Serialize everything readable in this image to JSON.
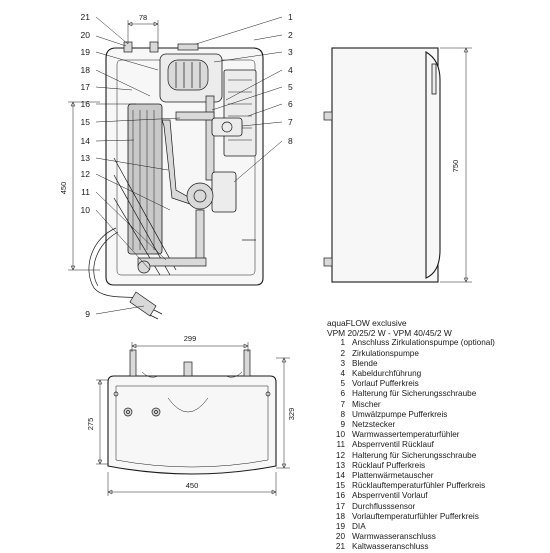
{
  "callouts_left": [
    "21",
    "20",
    "19",
    "18",
    "17",
    "16",
    "15",
    "14",
    "13",
    "12",
    "11",
    "10",
    "9"
  ],
  "callouts_right": [
    "1",
    "2",
    "3",
    "4",
    "5",
    "6",
    "7",
    "8"
  ],
  "dimensions": {
    "top_width": "78",
    "side_height": "450",
    "right_height": "750",
    "bottom_pipe_spacing": "299",
    "bottom_depth_inner": "275",
    "bottom_depth_outer": "329",
    "bottom_width": "450"
  },
  "legend": {
    "title": "aquaFLOW exclusive",
    "subtitle": "VPM 20/25/2 W - VPM 40/45/2 W",
    "items": [
      {
        "num": "1",
        "text": "Anschluss Zirkulationspumpe (optional)"
      },
      {
        "num": "2",
        "text": "Zirkulationspumpe"
      },
      {
        "num": "3",
        "text": "Blende"
      },
      {
        "num": "4",
        "text": "Kabeldurchführung"
      },
      {
        "num": "5",
        "text": "Vorlauf Pufferkreis"
      },
      {
        "num": "6",
        "text": "Halterung für Sicherungsschraube"
      },
      {
        "num": "7",
        "text": "Mischer"
      },
      {
        "num": "8",
        "text": "Umwälzpumpe Pufferkreis"
      },
      {
        "num": "9",
        "text": "Netzstecker"
      },
      {
        "num": "10",
        "text": "Warmwassertemperaturfühler"
      },
      {
        "num": "11",
        "text": "Absperrventil Rücklauf"
      },
      {
        "num": "12",
        "text": "Halterung für Sicherungsschraube"
      },
      {
        "num": "13",
        "text": "Rücklauf Pufferkreis"
      },
      {
        "num": "14",
        "text": "Plattenwärmetauscher"
      },
      {
        "num": "15",
        "text": "Rücklauftemperaturfühler Pufferkreis"
      },
      {
        "num": "16",
        "text": "Absperrventil Vorlauf"
      },
      {
        "num": "17",
        "text": "Durchflusssensor"
      },
      {
        "num": "18",
        "text": "Vorlauftemperaturfühler Pufferkreis"
      },
      {
        "num": "19",
        "text": "DIA"
      },
      {
        "num": "20",
        "text": "Warmwasseranschluss"
      },
      {
        "num": "21",
        "text": "Kaltwasseranschluss"
      }
    ]
  }
}
